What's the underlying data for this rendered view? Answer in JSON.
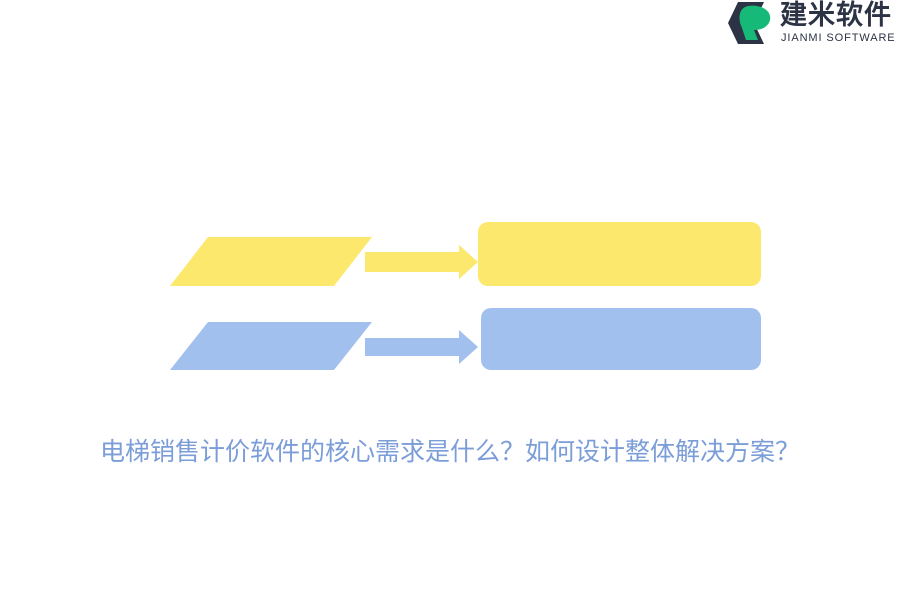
{
  "logo": {
    "name_cn": "建米软件",
    "name_en": "JIANMI SOFTWARE",
    "colors": {
      "dark": "#2c3345",
      "green": "#17b978"
    }
  },
  "diagram": {
    "rows": [
      {
        "label": "",
        "color": "#fce86c"
      },
      {
        "label": "",
        "color": "#a2c0ee"
      }
    ]
  },
  "caption": "电梯销售计价软件的核心需求是什么？如何设计整体解决方案？",
  "colors": {
    "caption": "#7b9dd8"
  }
}
